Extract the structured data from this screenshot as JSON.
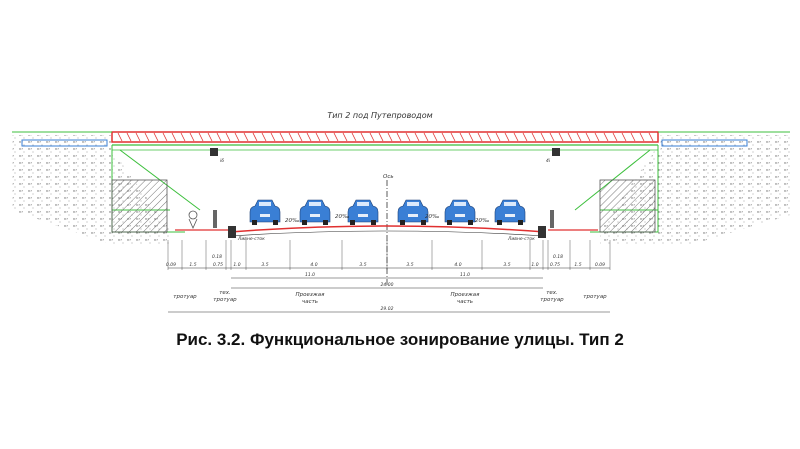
{
  "diagram": {
    "title": "Тип 2 под Путепроводом",
    "axis_label": "Ось",
    "drain_labels": [
      "i6",
      "4i"
    ],
    "lane_labels": [
      "20‰",
      "20‰",
      "20‰",
      "20‰"
    ],
    "curb_notes": [
      "Ливне-сток",
      "Ливне-сток"
    ],
    "dims_row1": [
      "0.09",
      "1.5",
      "0.75",
      "1.0",
      "3.5",
      "4.0",
      "3.5",
      "3.5",
      "4.0",
      "3.5",
      "1.0",
      "0.75",
      "1.5",
      "0.09"
    ],
    "dims_small": [
      "0.18",
      "0.18"
    ],
    "dims_halves": [
      "11.0",
      "11.0"
    ],
    "dim_carriage": "24.00",
    "dim_total": "29.02",
    "zones": {
      "left_sidewalk": "тротуар",
      "left_tech": [
        "тех.",
        "тротуар"
      ],
      "left_road": [
        "Проезжая",
        "часть"
      ],
      "right_road": [
        "Проезжая",
        "часть"
      ],
      "right_tech": [
        "тех.",
        "тротуар"
      ],
      "right_sidewalk": "тротуар"
    }
  },
  "caption": "Рис. 3.2. Функциональное зонирование улицы. Тип 2",
  "colors": {
    "structure_green": "#3cbf3c",
    "deck_red": "#e03030",
    "car_blue": "#3a7fd5",
    "soil": "#777777"
  }
}
